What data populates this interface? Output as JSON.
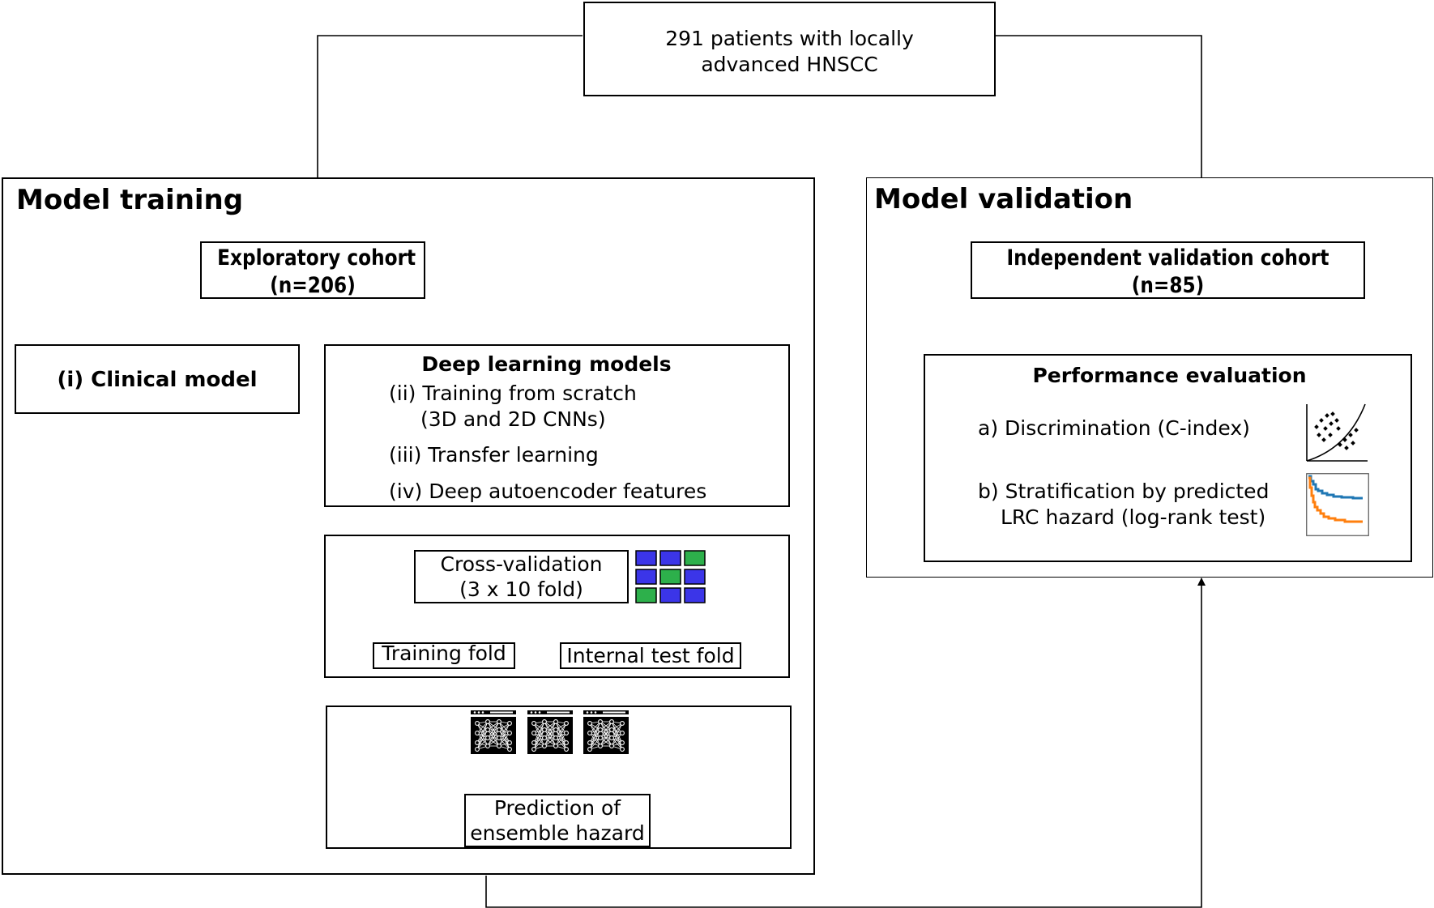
{
  "top_box": {
    "line1": "291 patients with locally",
    "line2": "advanced HNSCC"
  },
  "training": {
    "title": "Model training",
    "exploratory": {
      "line1": "Exploratory cohort",
      "line2": "(n=206)"
    },
    "clinical": "(i) Clinical model",
    "deep": {
      "title": "Deep learning models",
      "item1a": "(ii) Training from scratch",
      "item1b": "(3D and 2D CNNs)",
      "item2": "(iii) Transfer learning",
      "item3": "(iv) Deep autoencoder features"
    },
    "cv": {
      "line1": "Cross-validation",
      "line2": "(3 x 10 fold)",
      "grid_colors": [
        "#3b35e8",
        "#3b35e8",
        "#2db04b",
        "#3b35e8",
        "#2db04b",
        "#3b35e8",
        "#2db04b",
        "#3b35e8",
        "#3b35e8"
      ],
      "training_fold": "Training fold",
      "internal_test_fold": "Internal test fold"
    },
    "ensemble": {
      "line1": "Prediction of",
      "line2": "ensemble hazard",
      "network_icons": [
        "neural-network-icon",
        "neural-network-icon",
        "neural-network-icon"
      ]
    }
  },
  "validation": {
    "title": "Model validation",
    "cohort": {
      "line1": "Independent validation cohort",
      "line2": "(n=85)"
    },
    "performance": {
      "title": "Performance evaluation",
      "item_a": "a) Discrimination (C-index)",
      "item_b1": "b) Stratification by predicted",
      "item_b2": "LRC hazard (log-rank test)",
      "icons": [
        "scatter-plot-icon",
        "survival-curve-icon"
      ],
      "curve_colors": [
        "#1f77b4",
        "#ff7f0e"
      ]
    }
  }
}
